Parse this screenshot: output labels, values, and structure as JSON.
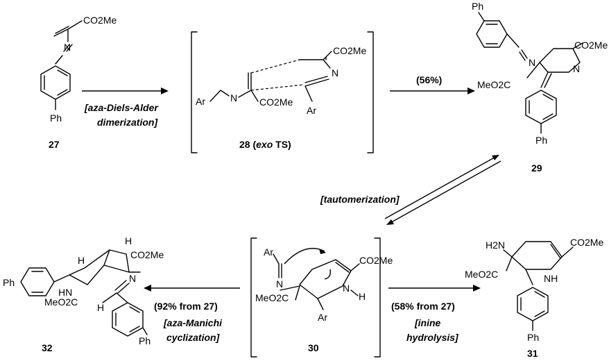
{
  "compounds": {
    "c27": {
      "label": "27",
      "ester": "CO2Me",
      "n": "N",
      "aryl_sub": "Ph"
    },
    "c28": {
      "label_num": "28 (",
      "label_em": "exo",
      "label_tail": " TS)",
      "ester_top": "CO2Me",
      "ester_bottom": "CO2Me",
      "n_left": "N",
      "n_right": "N",
      "ar_left": "Ar",
      "ar_bottom": "Ar"
    },
    "c29": {
      "label": "29",
      "ester_right": "CO2Me",
      "ester_left": "MeO2C",
      "n_imine": "N",
      "n_ring": "N",
      "ph_top": "Ph",
      "ph_bottom": "Ph"
    },
    "c30": {
      "label": "30",
      "ester_right": "CO2Me",
      "ester_left": "MeO2C",
      "ar_top": "Ar",
      "ar_bottom": "Ar",
      "n_imine": "N",
      "n_ring": "N",
      "h": "H"
    },
    "c31": {
      "label": "31",
      "ester_right": "CO2Me",
      "ester_left": "MeO2C",
      "amine": "H2N",
      "nh": "NH",
      "ph": "Ph"
    },
    "c32": {
      "label": "32",
      "ester_right": "CO2Me",
      "ester_left": "MeO2C",
      "n_ring": "N",
      "hn": "HN",
      "h1": "H",
      "h2": "H",
      "h3": "H",
      "ph_left": "Ph",
      "ph_right": "Ph"
    }
  },
  "reactions": {
    "r1": {
      "line1": "[aza-Diels-Alder",
      "line2": "dimerization]"
    },
    "r2": {
      "yield": "(56%)"
    },
    "r3": {
      "condition": "[tautomerization]"
    },
    "r4": {
      "yield": "(92% from 27)",
      "line1": "[aza-Manichi",
      "line2": "cyclization]"
    },
    "r5": {
      "yield": "(58% from 27)",
      "line1": "[inine",
      "line2": "hydrolysis]"
    }
  }
}
